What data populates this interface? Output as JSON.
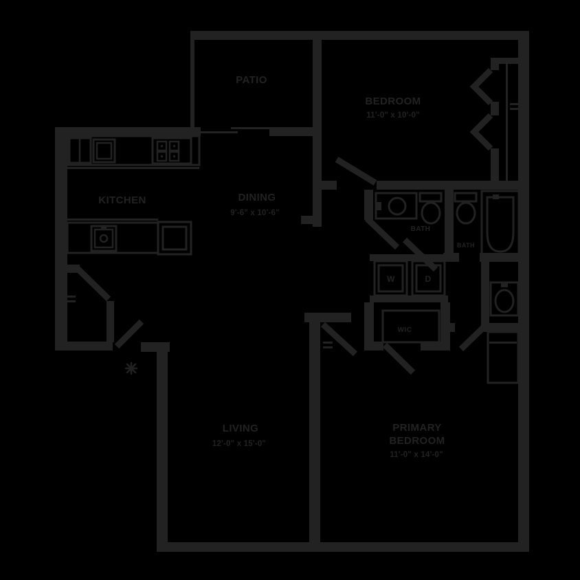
{
  "palette": {
    "background": "#000000",
    "ink": "#222222"
  },
  "rooms": {
    "patio": {
      "label": "PATIO"
    },
    "bedroom": {
      "label": "BEDROOM",
      "dims": "11'-0\" x 10'-0\""
    },
    "kitchen": {
      "label": "KITCHEN"
    },
    "dining": {
      "label": "DINING",
      "dims": "9'-6\" x 10'-6\""
    },
    "bath_hall": {
      "label": "BATH"
    },
    "bath_primary": {
      "label": "BATH"
    },
    "laundry": {
      "washer": "W",
      "dryer": "D"
    },
    "walk_in_closet": {
      "label": "WIC"
    },
    "living": {
      "label": "LIVING",
      "dims": "12'-0\" x 15'-0\""
    },
    "primary_bedroom": {
      "label_line1": "PRIMARY",
      "label_line2": "BEDROOM",
      "dims": "11'-0\" x 14'-0\""
    }
  }
}
